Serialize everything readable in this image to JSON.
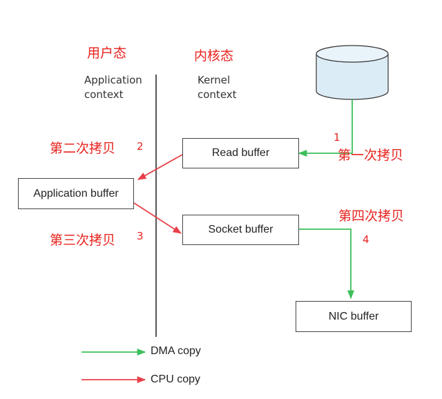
{
  "labels": {
    "user_mode": "用户态",
    "kernel_mode": "内核态",
    "app_context_line1": "Application",
    "app_context_line2": "context",
    "kernel_context_line1": "Kernel",
    "kernel_context_line2": "context"
  },
  "boxes": {
    "read_buffer": "Read buffer",
    "application_buffer": "Application buffer",
    "socket_buffer": "Socket buffer",
    "nic_buffer": "NIC buffer"
  },
  "copies": {
    "first": {
      "text": "第一次拷贝",
      "num": "1"
    },
    "second": {
      "text": "第二次拷贝",
      "num": "2"
    },
    "third": {
      "text": "第三次拷贝",
      "num": "3"
    },
    "fourth": {
      "text": "第四次拷贝",
      "num": "4"
    }
  },
  "legend": {
    "dma": "DMA copy",
    "cpu": "CPU copy"
  },
  "colors": {
    "dma": "#3cbf5a",
    "cpu": "#e8404a",
    "disk_fill": "#dcecf6",
    "cn_text": "#e8231e"
  }
}
